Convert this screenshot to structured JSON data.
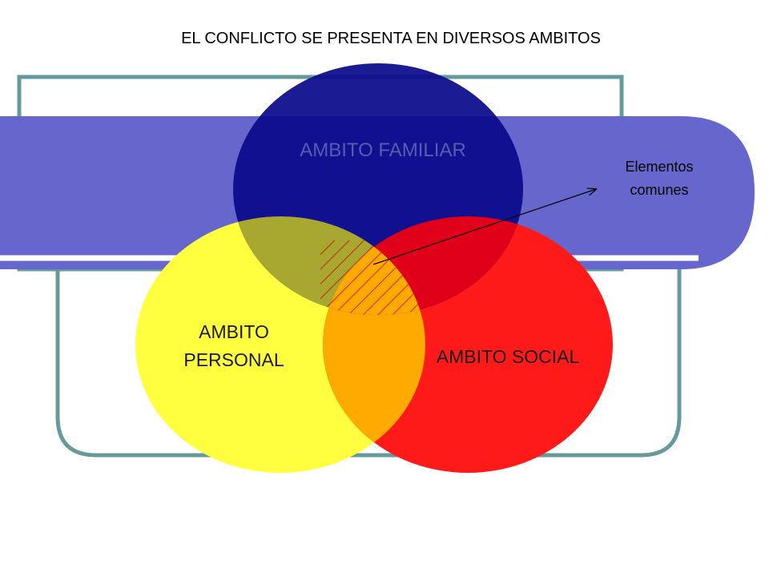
{
  "slide": {
    "title": "EL CONFLICTO SE PRESENTA EN DIVERSOS AMBITOS"
  },
  "venn": {
    "circles": [
      {
        "id": "familiar",
        "label": "AMBITO FAMILIAR",
        "color": "#0a0a8c"
      },
      {
        "id": "personal",
        "label_lines": [
          "AMBITO",
          "PERSONAL"
        ],
        "color": "#ffff40"
      },
      {
        "id": "social",
        "label": "AMBITO SOCIAL",
        "color": "#ff1a1a"
      }
    ],
    "annotation": {
      "label_lines": [
        "Elementos",
        "comunes"
      ]
    }
  },
  "colors": {
    "band": "#6666cc",
    "frame": "#669999",
    "hatch": "#cc0000",
    "overlap_personal_social": "#ffaa00",
    "overlap_familiar_personal": "#a8a830",
    "overlap_familiar_social": "#e0001a"
  }
}
